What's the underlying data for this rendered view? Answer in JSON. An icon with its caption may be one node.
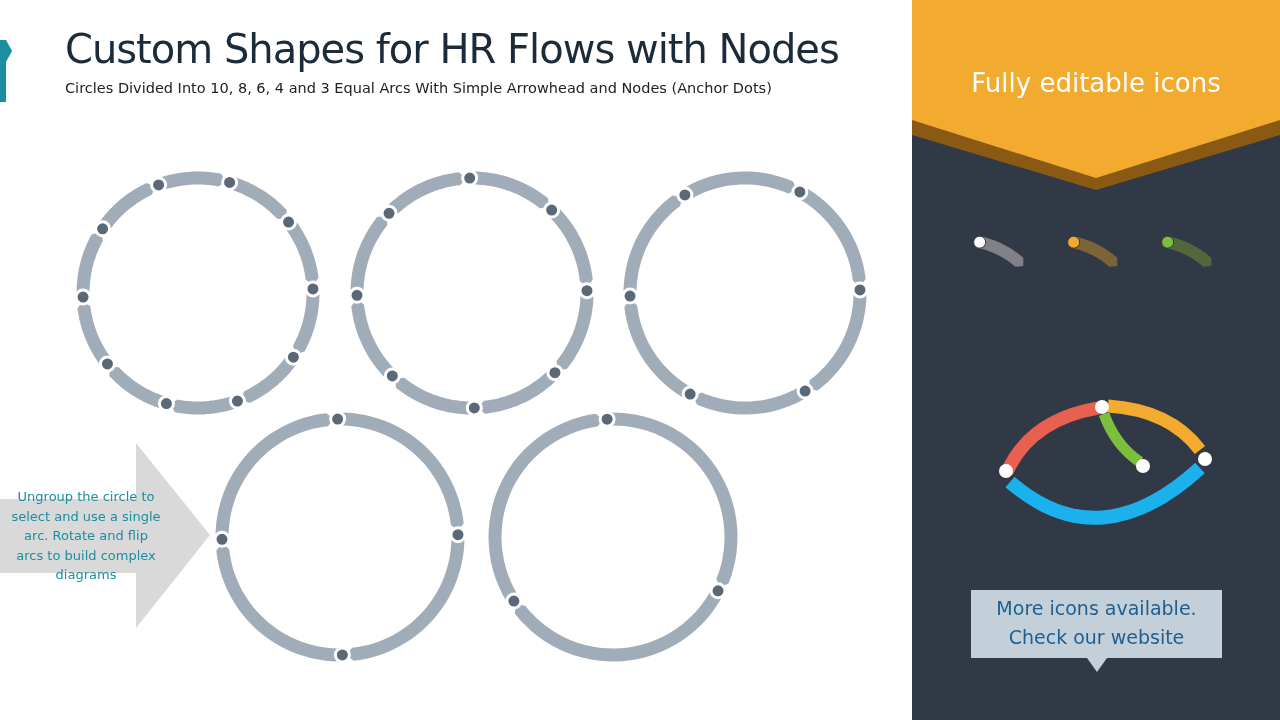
{
  "diagram": {
    "title": "Custom Shapes for HR Flows with Nodes",
    "nodes": [
      {
        "text": [
          "Ungroup the circle to select and use a single arc. Rotate and flip arcs to build complex diagrams"
        ]
      },
      {
        "text": [
          "Fully editable icons"
        ]
      },
      {
        "text": [
          "More icons available. Check our website"
        ]
      }
    ],
    "labels": [
      "Circles Divided Into 10, 8, 6, 4 and 3 Equal Arcs With Simple Arrowhead and Nodes (Anchor Dots)"
    ]
  }
}
